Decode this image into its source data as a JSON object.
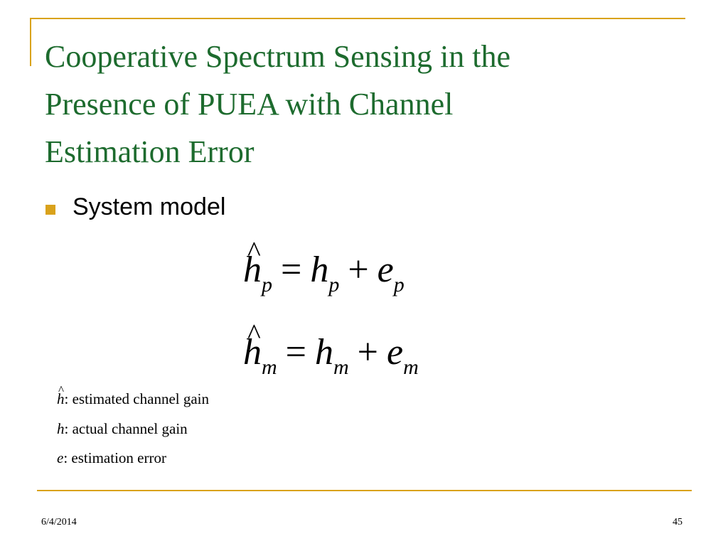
{
  "slide": {
    "title_lines": [
      "Cooperative Spectrum Sensing in the",
      "Presence of PUEA with Channel",
      "Estimation Error"
    ],
    "bullet": "System model",
    "equations": [
      {
        "lhs_var": "h",
        "lhs_sub": "p",
        "op_eq": "=",
        "term1_var": "h",
        "term1_sub": "p",
        "op_plus": "+",
        "term2_var": "e",
        "term2_sub": "p"
      },
      {
        "lhs_var": "h",
        "lhs_sub": "m",
        "op_eq": "=",
        "term1_var": "h",
        "term1_sub": "m",
        "op_plus": "+",
        "term2_var": "e",
        "term2_sub": "m"
      }
    ],
    "definitions": [
      {
        "symbol": "h",
        "text": ": estimated channel gain"
      },
      {
        "symbol": "h",
        "text": ": actual channel gain"
      },
      {
        "symbol": "e",
        "text": ": estimation error"
      }
    ]
  },
  "footer": {
    "date": "6/4/2014",
    "page_number": "45"
  },
  "colors": {
    "title": "#1D6B2E",
    "accent": "#D9A21B"
  }
}
